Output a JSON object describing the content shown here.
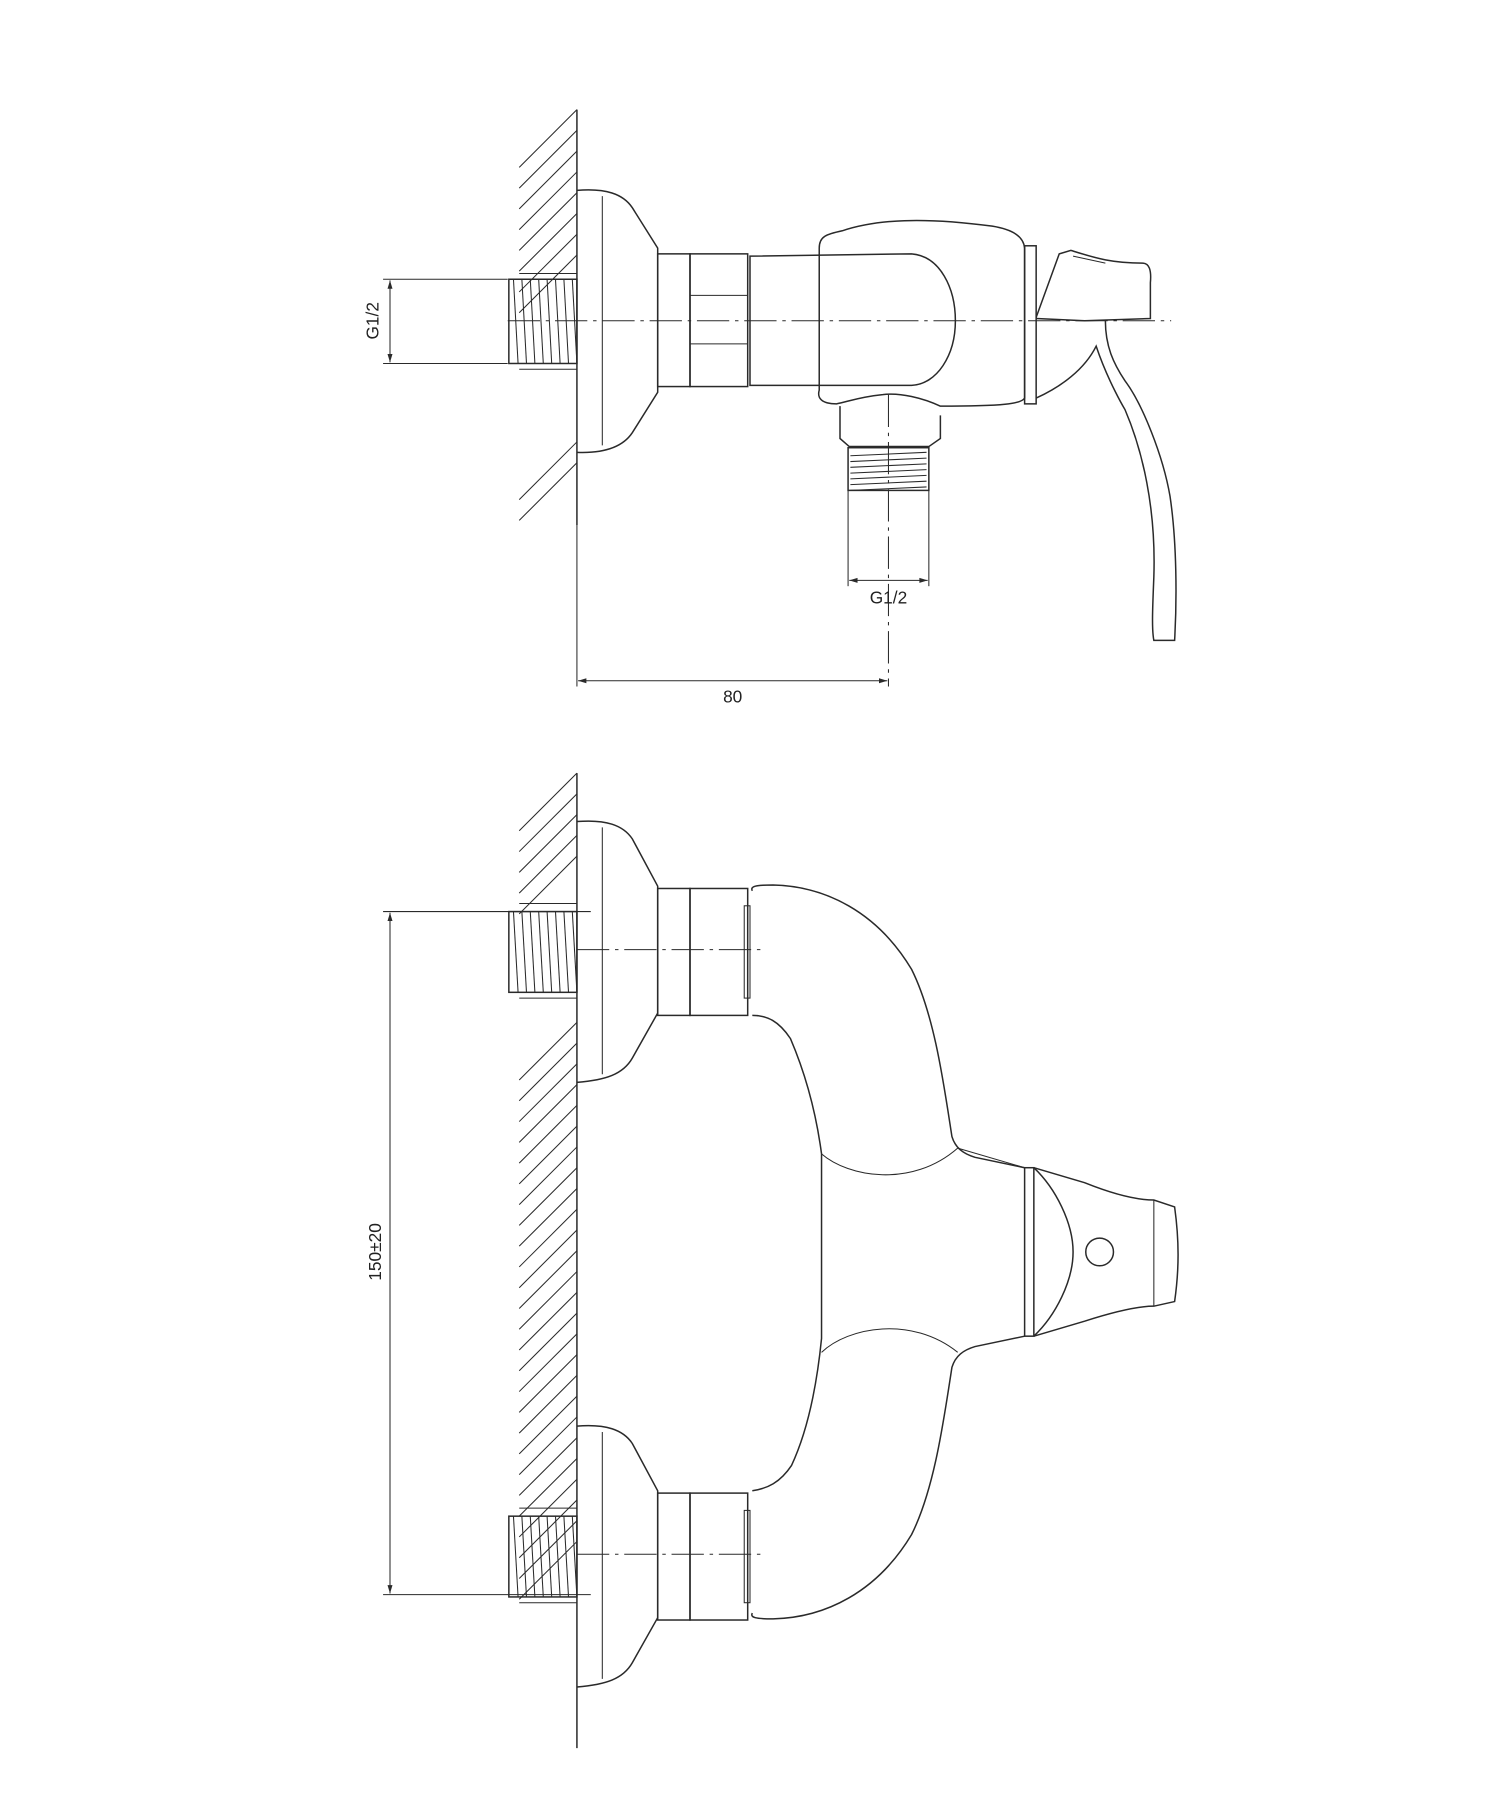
{
  "drawing": {
    "line_color": "#2a2a2a",
    "side_view": {
      "inlet_thread_label": "G1/2",
      "outlet_thread_label": "G1/2",
      "projection_label": "80"
    },
    "front_view": {
      "inlet_spacing_label": "150±20"
    }
  }
}
